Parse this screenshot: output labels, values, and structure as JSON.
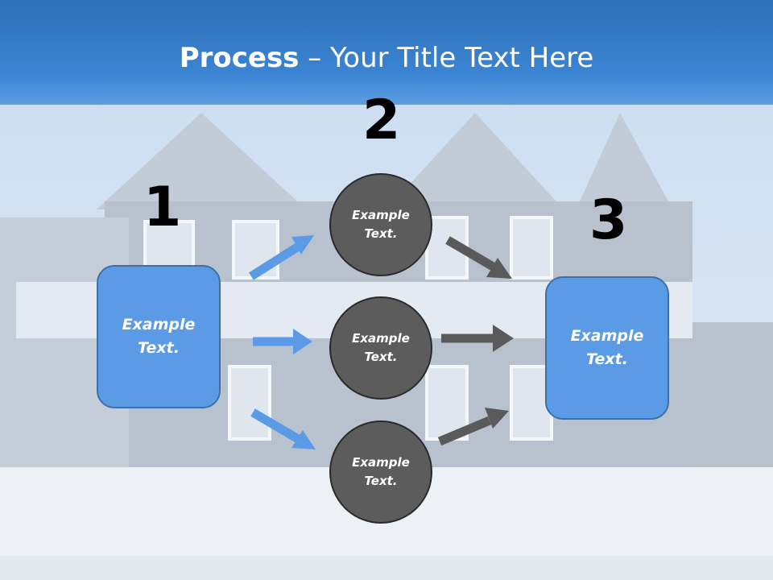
{
  "title": {
    "bold": "Process",
    "rest": " – Your Title Text Here"
  },
  "steps": {
    "one": "1",
    "two": "2",
    "three": "3"
  },
  "left_box": {
    "line1": "Example",
    "line2": "Text."
  },
  "right_box": {
    "line1": "Example",
    "line2": "Text."
  },
  "circles": [
    {
      "line1": "Example",
      "line2": "Text."
    },
    {
      "line1": "Example",
      "line2": "Text."
    },
    {
      "line1": "Example",
      "line2": "Text."
    }
  ],
  "colors": {
    "title_band": "#3a84d3",
    "box_fill": "#5b9be6",
    "circle_fill": "#5c5c5c",
    "blue_arrow": "#5b9be6",
    "gray_arrow": "#5a5a5a"
  }
}
